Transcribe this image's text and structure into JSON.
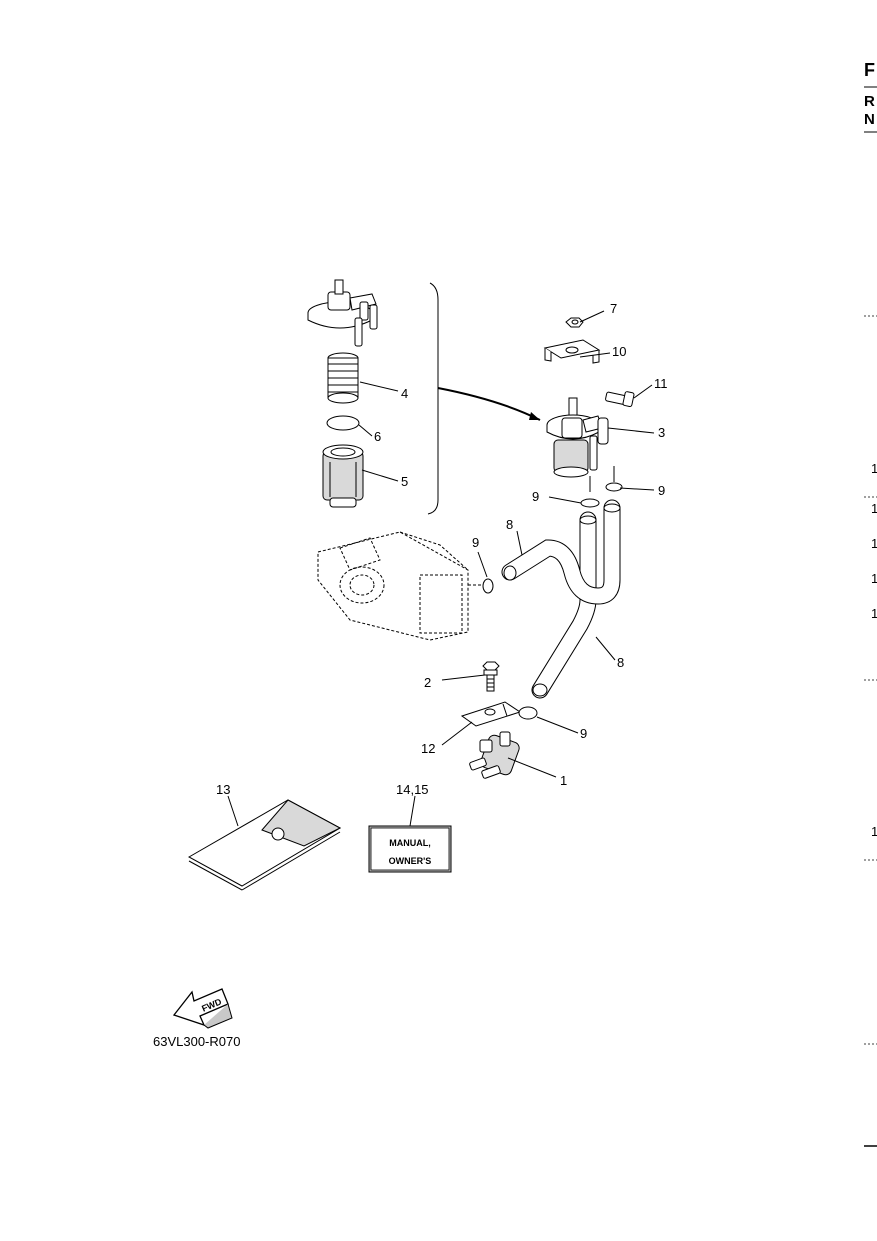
{
  "edge_header": {
    "line1": "F",
    "line2": "R",
    "line3": "N"
  },
  "edge_marks": [
    "1",
    "1",
    "1",
    "1",
    "1",
    "1"
  ],
  "callouts": {
    "p1": "1",
    "p2": "2",
    "p3": "3",
    "p4": "4",
    "p5": "5",
    "p6": "6",
    "p7": "7",
    "p8a": "8",
    "p8b": "8",
    "p9a": "9",
    "p9b": "9",
    "p9c": "9",
    "p9d": "9",
    "p10": "10",
    "p11": "11",
    "p12": "12",
    "p13": "13",
    "p14_15": "14,15"
  },
  "manual_label": {
    "line1": "MANUAL,",
    "line2": "OWNER'S"
  },
  "fwd_arrow": {
    "text": "FWD",
    "icon": "fwd-arrow-icon"
  },
  "drawing_code": "63VL300-R070"
}
